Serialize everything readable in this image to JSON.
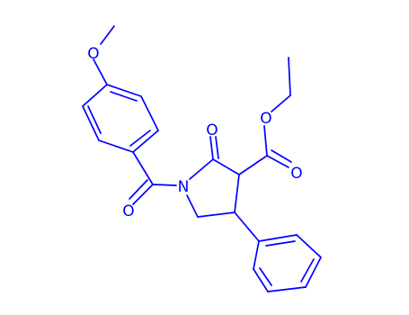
{
  "molecule": {
    "bond_color": "#0000ff",
    "background": "#ffffff",
    "atoms": {
      "o_methoxy": "O",
      "o_acyl": "O",
      "o_lactam": "O",
      "n_ring": "N",
      "o_ester_ether": "O",
      "o_ester_carbonyl": "O"
    }
  }
}
